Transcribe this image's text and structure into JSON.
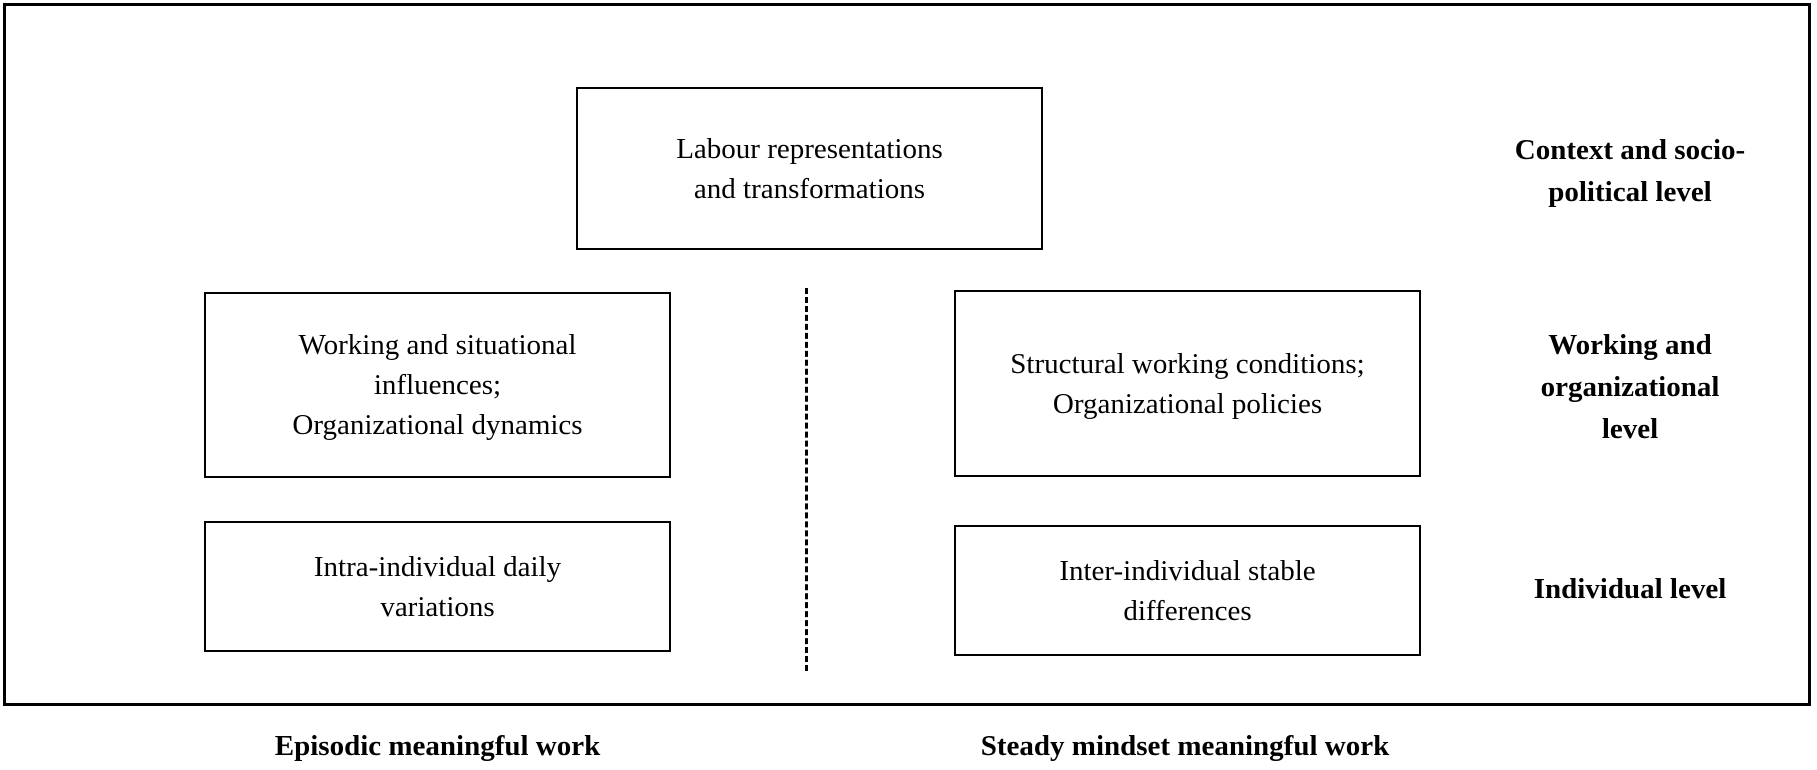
{
  "boxes": {
    "top": "Labour representations\nand transformations",
    "mid_left": "Working and situational\ninfluences;\nOrganizational dynamics",
    "mid_right": "Structural working conditions;\nOrganizational policies",
    "bottom_left": "Intra-individual daily\nvariations",
    "bottom_right": "Inter-individual stable\ndifferences"
  },
  "levels": {
    "context": "Context and socio-\npolitical level",
    "working": "Working and\norganizational\nlevel",
    "individual": "Individual level"
  },
  "columns": {
    "left": "Episodic meaningful work",
    "right": "Steady mindset meaningful work"
  }
}
